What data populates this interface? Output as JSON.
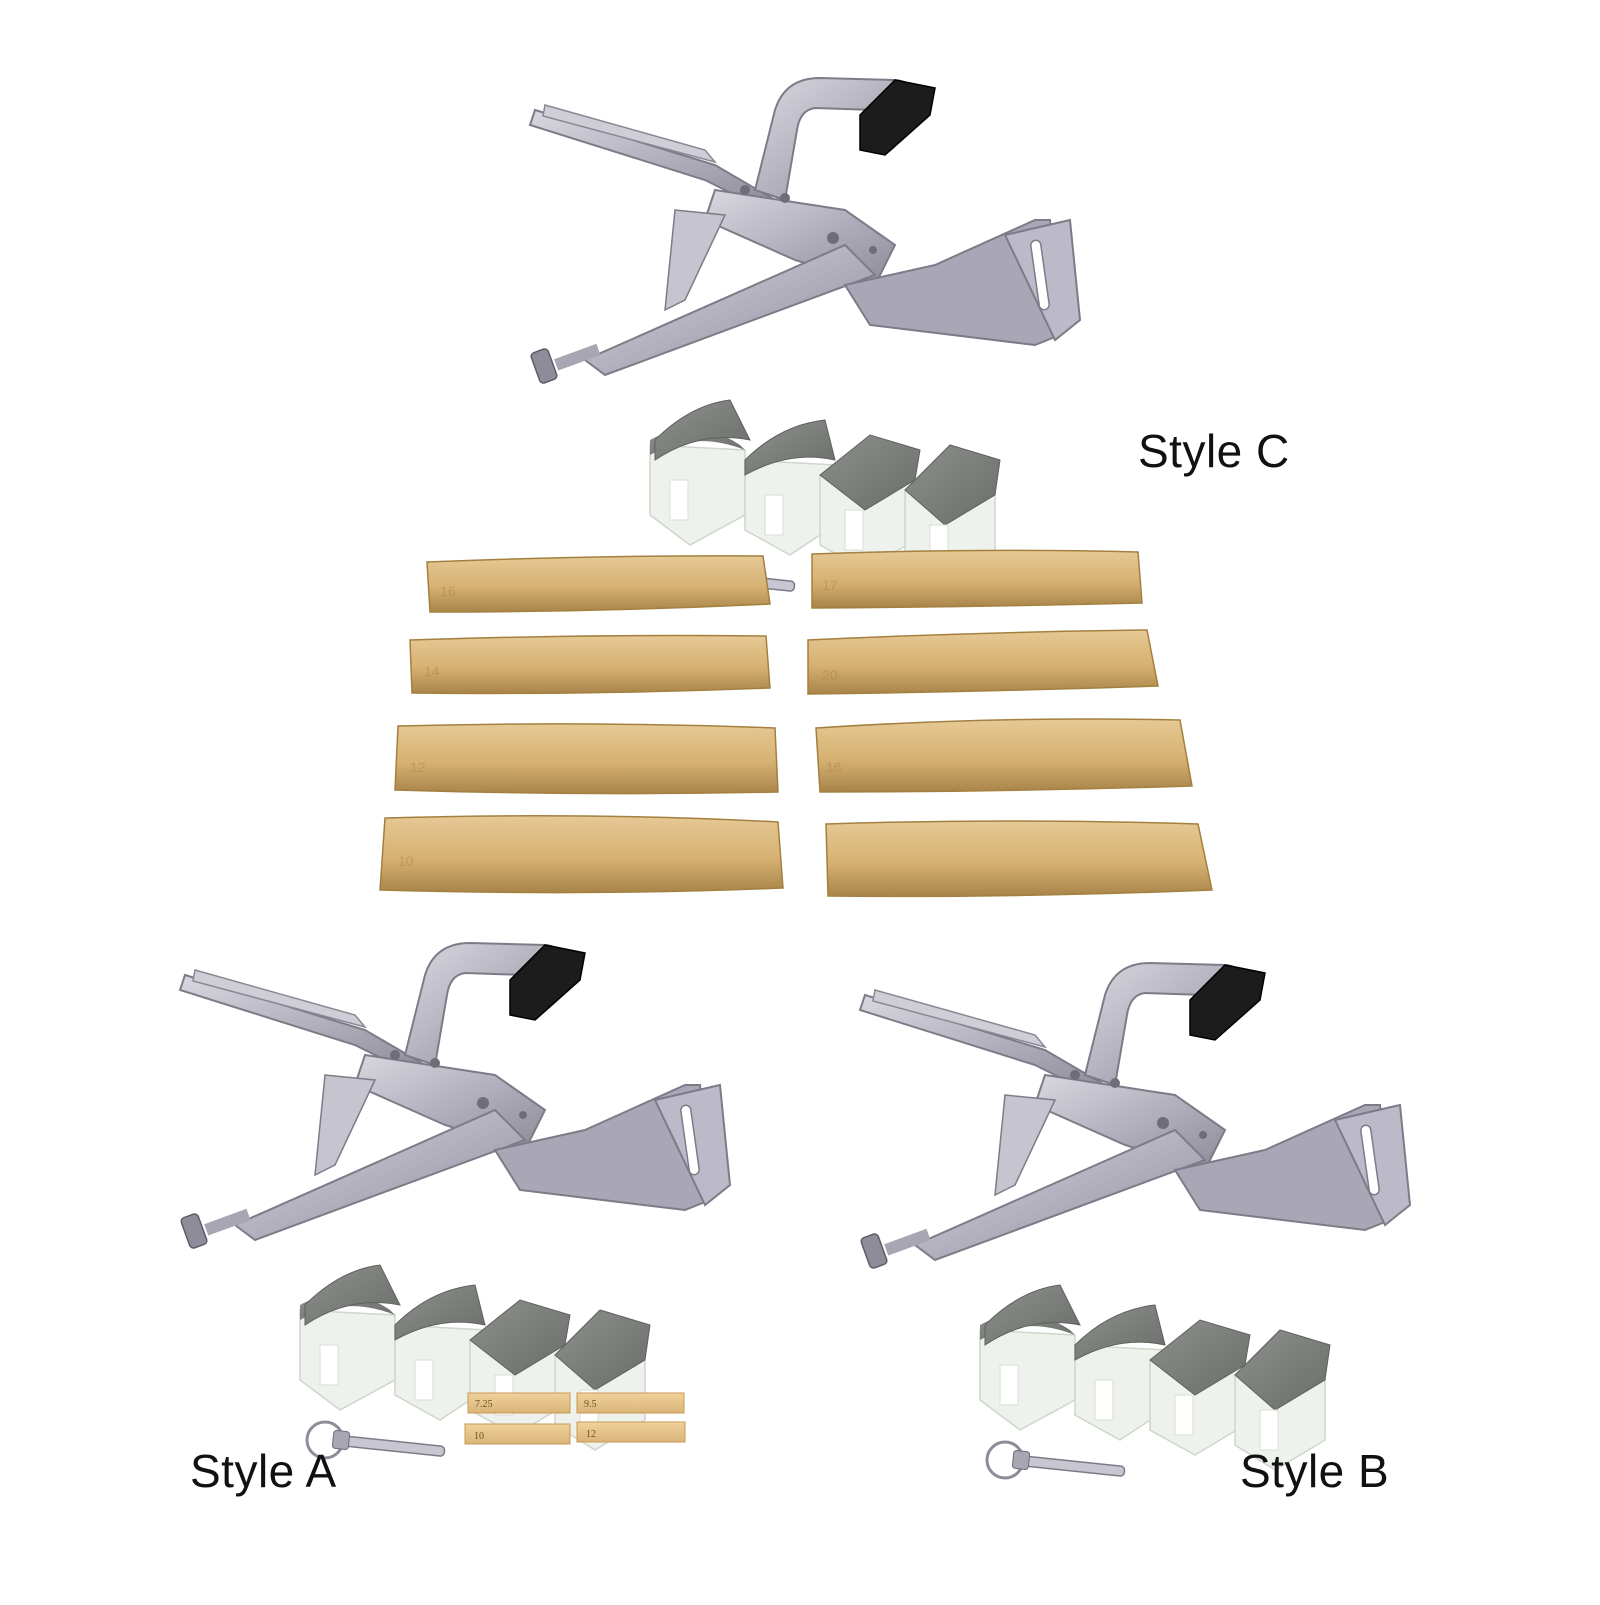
{
  "labels": {
    "style_c": "Style C",
    "style_a": "Style A",
    "style_b": "Style B"
  },
  "large_shims": {
    "left": [
      "16",
      "14",
      "12",
      "10"
    ],
    "right": [
      "17",
      "20",
      "16",
      ""
    ]
  },
  "small_shims": [
    "7.25",
    "9.5",
    "10",
    "12"
  ],
  "colors": {
    "metal": "#b9b7c2",
    "metal_dark": "#8e8c99",
    "rubber": "#1c1c1c",
    "felt": "#7a7d79",
    "block": "#eef2ec",
    "brass": "#d9b77a",
    "brass_dark": "#b9955a"
  }
}
